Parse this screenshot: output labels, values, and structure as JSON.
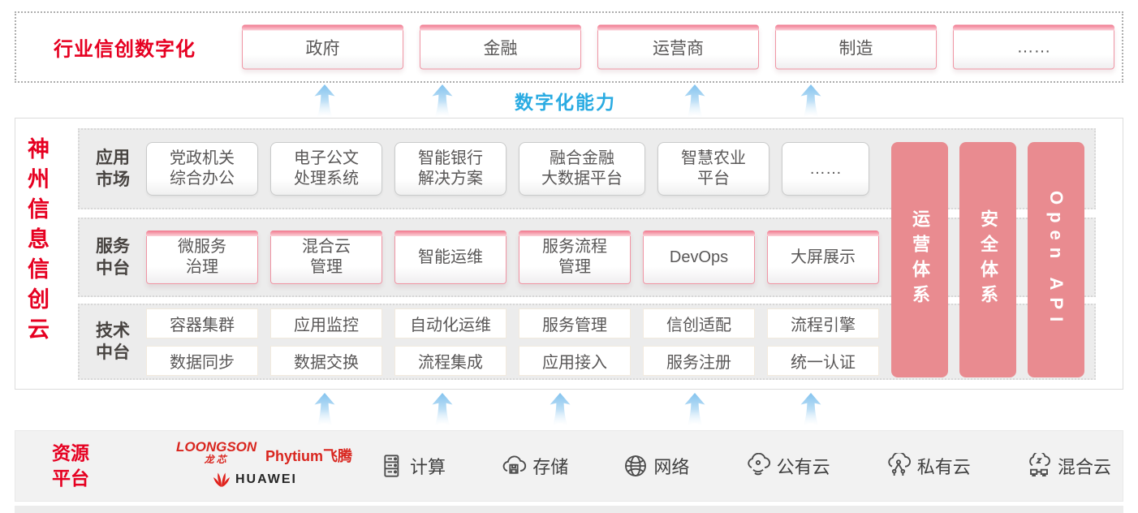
{
  "industry_band": {
    "label": "行业信创数字化",
    "industries": [
      "政府",
      "金融",
      "运营商",
      "制造",
      "……"
    ]
  },
  "capability": {
    "label": "数字化能力"
  },
  "platform": {
    "vertical_title": "神州信息信创云",
    "app_row": {
      "label": "应用\n市场",
      "items": [
        "党政机关\n综合办公",
        "电子公文\n处理系统",
        "智能银行\n解决方案",
        "融合金融\n大数据平台",
        "智慧农业\n平台",
        "……"
      ]
    },
    "service_row": {
      "label": "服务\n中台",
      "items": [
        "微服务\n治理",
        "混合云\n管理",
        "智能运维",
        "服务流程\n管理",
        "DevOps",
        "大屏展示"
      ]
    },
    "tech_row": {
      "label": "技术\n中台",
      "items_top": [
        "容器集群",
        "应用监控",
        "自动化运维",
        "服务管理",
        "信创适配",
        "流程引擎"
      ],
      "items_bottom": [
        "数据同步",
        "数据交换",
        "流程集成",
        "应用接入",
        "服务注册",
        "统一认证"
      ]
    },
    "pillars": [
      "运营体系",
      "安全体系",
      "Open API"
    ]
  },
  "resource_band": {
    "label": "资源\n平台",
    "vendors": {
      "loongson": "LOONGSON",
      "loongson_sub": "龙芯",
      "phytium": "Phytium飞腾",
      "huawei": "HUAWEI"
    },
    "items": [
      {
        "icon": "compute-icon",
        "label": "计算"
      },
      {
        "icon": "storage-icon",
        "label": "存储"
      },
      {
        "icon": "network-icon",
        "label": "网络"
      },
      {
        "icon": "public-cloud-icon",
        "label": "公有云"
      },
      {
        "icon": "private-cloud-icon",
        "label": "私有云"
      },
      {
        "icon": "hybrid-cloud-icon",
        "label": "混合云"
      }
    ]
  },
  "colors": {
    "brand_red": "#e60021",
    "capability_blue": "#2aabe2",
    "pillar_pink": "#e98b90",
    "box_border_pink": "#f095a4",
    "band_gray": "#ececec"
  }
}
